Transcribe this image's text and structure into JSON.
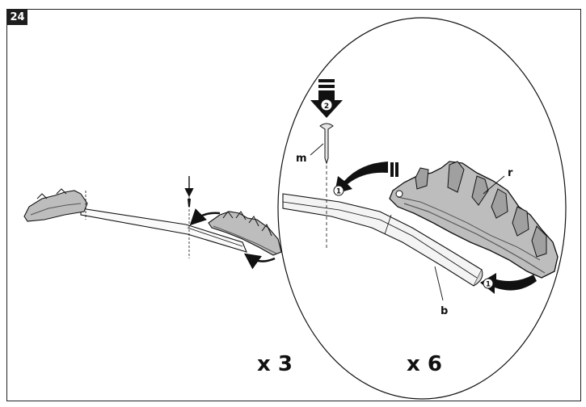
{
  "step_number": "24",
  "labels": {
    "part_m": "m",
    "part_r": "r",
    "part_b": "b",
    "qty_left": "x 3",
    "qty_right": "x 6",
    "badge_1": "1",
    "badge_2": "2"
  },
  "colors": {
    "ink": "#111111",
    "part_fill": "#c9c9c9",
    "part_dark": "#6f6f6f",
    "badge": "#1e1e1e"
  }
}
